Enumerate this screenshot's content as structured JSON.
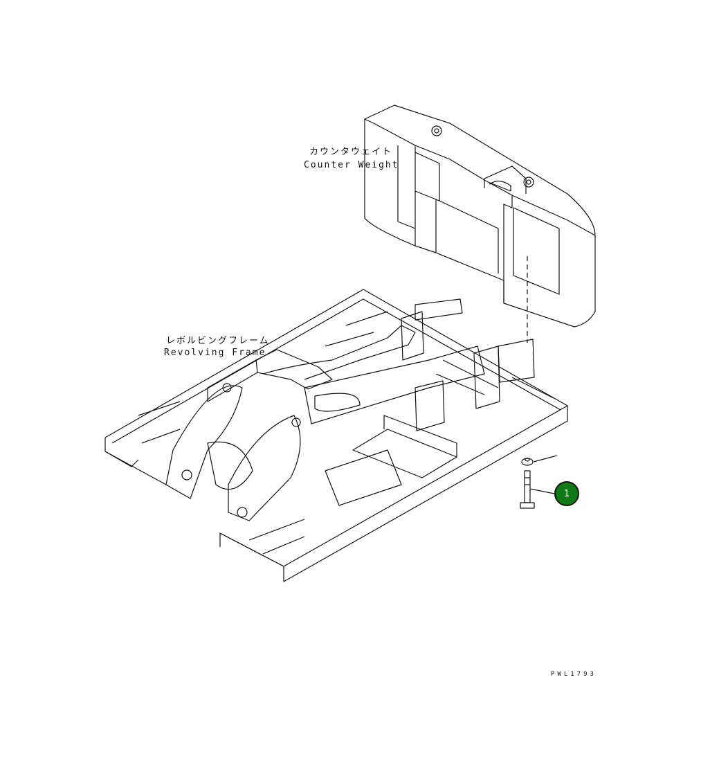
{
  "labels": {
    "counterweight_jp": "カウンタウェイト",
    "counterweight_en": "Counter Weight",
    "revolving_frame_jp": "レボルビングフレーム",
    "revolving_frame_en": "Revolving Frame"
  },
  "callouts": [
    {
      "number": "1",
      "color": "#0f7a14"
    }
  ],
  "drawing_code": "PWL1793"
}
